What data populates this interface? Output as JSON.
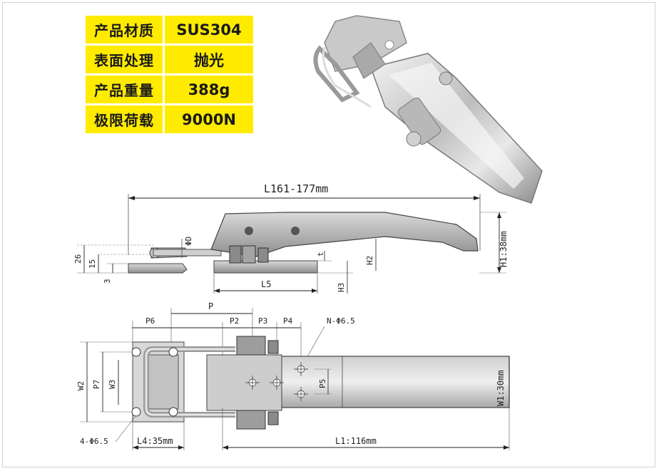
{
  "specs": [
    {
      "label": "产品材质",
      "value": "SUS304"
    },
    {
      "label": "表面处理",
      "value": "抛光"
    },
    {
      "label": "产品重量",
      "value": "388g"
    },
    {
      "label": "极限荷载",
      "value": "9000N"
    }
  ],
  "side_view": {
    "overall_length": "L161-177mm",
    "height_h1": "H1:38mm",
    "h2": "H2",
    "h3": "H3",
    "l5": "L5",
    "t": "t",
    "d": "ΦD",
    "dim_26": "26",
    "dim_15": "15",
    "dim_3": "3"
  },
  "top_view": {
    "p": "P",
    "p6": "P6",
    "p2": "P2",
    "p3": "P3",
    "p4": "P4",
    "p5": "P5",
    "p7": "P7",
    "w2": "W2",
    "w3": "W3",
    "w1": "W1:30mm",
    "holes": "N-Φ6.5",
    "mount_holes": "4-Φ6.5",
    "l4": "L4:35mm",
    "l1": "L1:116mm"
  },
  "colors": {
    "accent": "#ffeb00",
    "line": "#222222",
    "metal": "#9a9a9a"
  }
}
